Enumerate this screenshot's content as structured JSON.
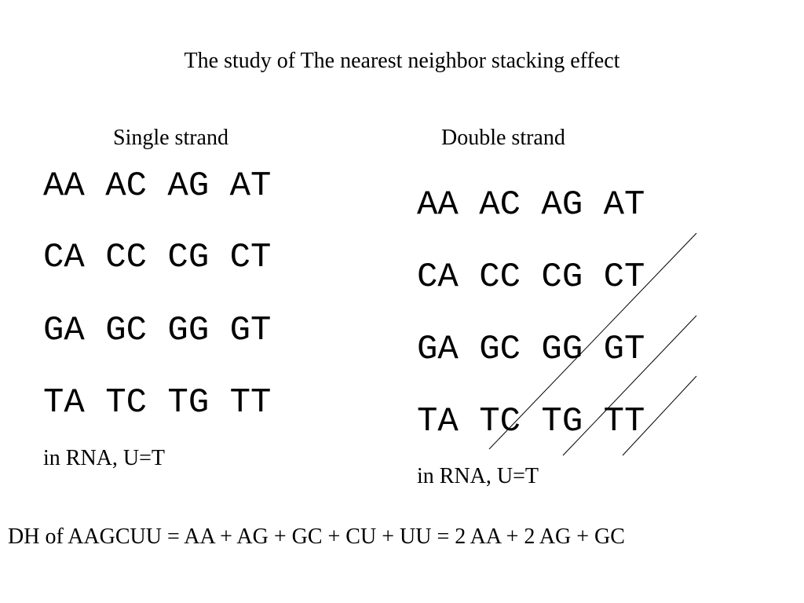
{
  "slide": {
    "title": "The study of The nearest neighbor stacking effect",
    "single": {
      "heading": "Single strand",
      "rows": [
        "AA AC AG AT",
        "CA CC CG CT",
        "GA GC GG GT",
        "TA TC TG TT"
      ],
      "note": "in RNA, U=T"
    },
    "double": {
      "heading": "Double strand",
      "rows": [
        "AA AC AG AT",
        "CA CC CG CT",
        "GA GC GG GT",
        "TA TC TG TT"
      ],
      "note": "in RNA, U=T"
    },
    "formula": "DH of AAGCUU = AA + AG + GC + CU + UU = 2 AA + 2 AG + GC"
  }
}
